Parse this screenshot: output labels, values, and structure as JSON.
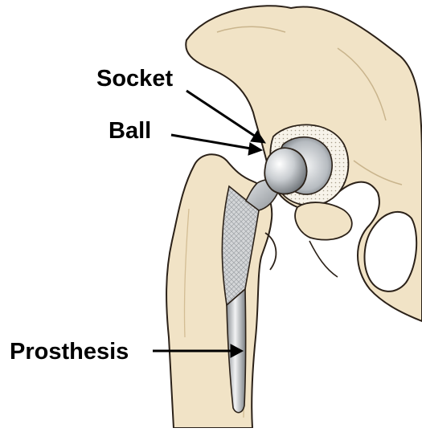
{
  "labels": {
    "socket": "Socket",
    "ball": "Ball",
    "prosthesis": "Prosthesis"
  },
  "colors": {
    "bone": "#f1e3c6",
    "bone_shade": "#e3cfa8",
    "outline": "#2b2118",
    "metal_light": "#eceef0",
    "metal_mid": "#bfc3c7",
    "metal_dark": "#7c8186",
    "mesh": "#c9cbcd",
    "cartilage": "#f6f4ee",
    "text": "#000000"
  },
  "icons": [
    "hip-bone",
    "femur",
    "femoral-stem",
    "femoral-ball",
    "acetabular-socket"
  ]
}
